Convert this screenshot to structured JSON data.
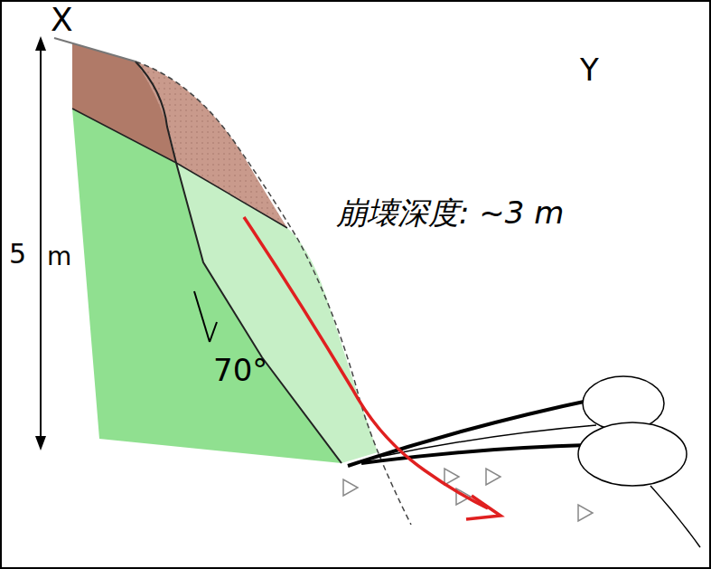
{
  "diagram": {
    "labels": [
      "X",
      "Y",
      "5",
      "m",
      "崩壊深度: ~3 m",
      "70°"
    ]
  }
}
